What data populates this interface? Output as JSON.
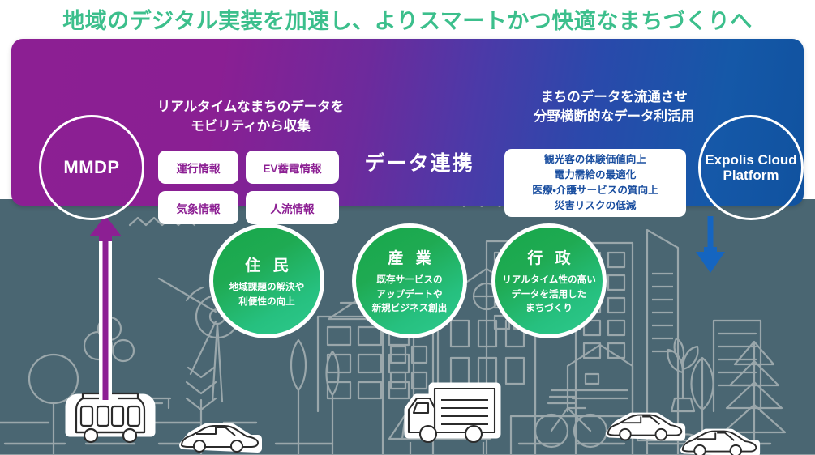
{
  "title": "地域のデジタル実装を加速し、よりスマートかつ快適なまちづくりへ",
  "colors": {
    "title": "#3cbf8c",
    "banner_left": "#8c1f93",
    "banner_right": "#1558a8",
    "background_slate": "#4a6672",
    "circle_green": "#22b86e",
    "arrow_up": "#8c1f93",
    "arrow_down": "#1565c0",
    "line_art": "#9aa7ab"
  },
  "banner": {
    "left_node": {
      "label": "MMDP"
    },
    "left_caption": "リアルタイムなまちのデータを\nモビリティから収集",
    "data_sources": [
      {
        "label": "運行情報"
      },
      {
        "label": "EV蓄電情報"
      },
      {
        "label": "気象情報"
      },
      {
        "label": "人流情報"
      }
    ],
    "center_label": "データ連携",
    "right_caption": "まちのデータを流通させ\n分野横断的なデータ利活用",
    "outcomes": "観光客の体験価値向上\n電力需給の最適化\n医療・介護サービスの質向上\n災害リスクの低減",
    "right_node": {
      "label": "Expolis\nCloud\nPlatform"
    }
  },
  "arrows": {
    "up": {
      "name": "arrow-up-purple",
      "direction": "up"
    },
    "down": {
      "name": "arrow-down-blue",
      "direction": "down"
    }
  },
  "stakeholders": [
    {
      "heading": "住 民",
      "body": "地域課題の解決や\n利便性の向上"
    },
    {
      "heading": "産 業",
      "body": "既存サービスの\nアップデートや\n新規ビジネス創出"
    },
    {
      "heading": "行 政",
      "body": "リアルタイム性の高い\nデータを活用した\nまちづくり"
    }
  ],
  "cityscape": {
    "vehicles": [
      "autonomous-shuttle-bus",
      "sedan-car",
      "delivery-truck",
      "sedan-car",
      "sedan-car"
    ],
    "scenery": [
      "wind-turbine",
      "trees",
      "houses",
      "apartment-buildings",
      "office-towers",
      "bicycle",
      "shop-awning",
      "park-bench",
      "pine-trees"
    ]
  }
}
